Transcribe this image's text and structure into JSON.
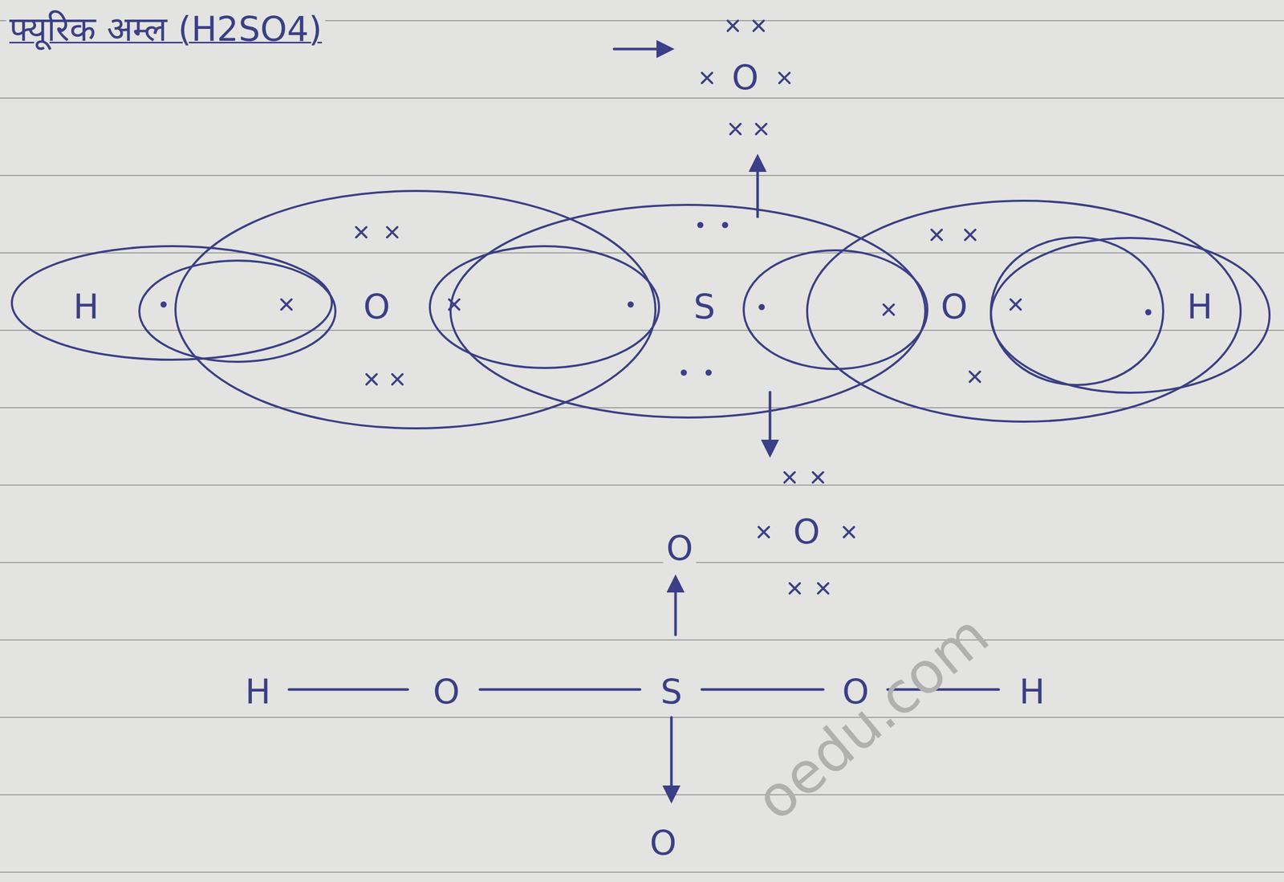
{
  "diagram": {
    "title": "फ्यूरिक अम्ल (H2SO4)",
    "labels": [
      "O",
      "H",
      "O",
      "S",
      "O",
      "H",
      "O",
      "O",
      "H",
      "O",
      "S",
      "O",
      "H",
      "O",
      "oedu.com"
    ]
  }
}
